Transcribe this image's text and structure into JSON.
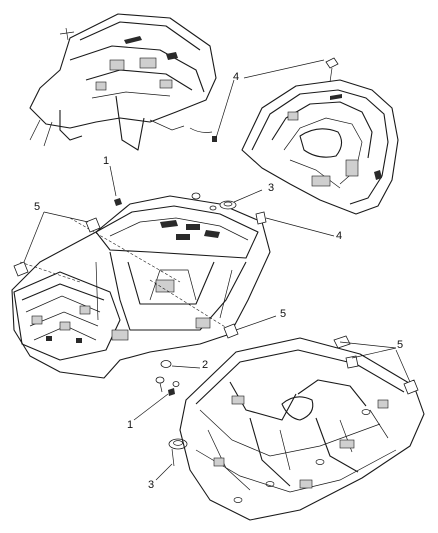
{
  "callouts": [
    {
      "id": "c1a",
      "text": "1"
    },
    {
      "id": "c1b",
      "text": "1"
    },
    {
      "id": "c2",
      "text": "2"
    },
    {
      "id": "c3a",
      "text": "3"
    },
    {
      "id": "c3b",
      "text": "3"
    },
    {
      "id": "c4a",
      "text": "4"
    },
    {
      "id": "c4b",
      "text": "4"
    },
    {
      "id": "c5a",
      "text": "5"
    },
    {
      "id": "c5b",
      "text": "5"
    },
    {
      "id": "c5c",
      "text": "5"
    }
  ]
}
